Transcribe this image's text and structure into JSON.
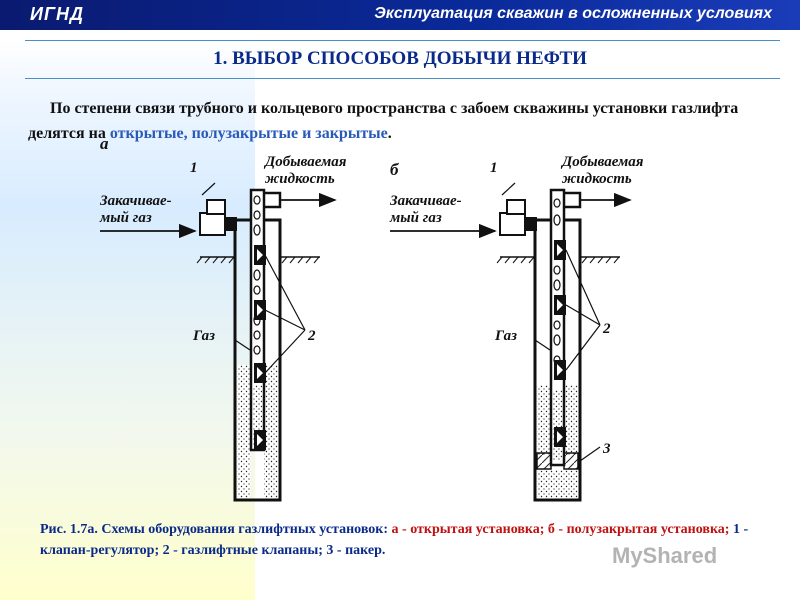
{
  "header": {
    "left": "ИГНД",
    "right": "Эксплуатация скважин в осложненных условиях"
  },
  "title": "1. ВЫБОР СПОСОБОВ ДОБЫЧИ НЕФТИ",
  "intro": {
    "text": "По степени связи трубного и кольцевого пространства с забоем скважины установки газлифта делятся на ",
    "term1": "открытые",
    "sep1": ", ",
    "term2": "полузакрытые",
    "sep2": " и ",
    "term3": "закрытые",
    "end": "."
  },
  "diagram_a": {
    "letter": "а",
    "label_1": "1",
    "label_2": "2",
    "produced_1": "Добываемая",
    "produced_2": "жидкость",
    "injected_1": "Закачивае-",
    "injected_2": "мый газ",
    "gas": "Газ"
  },
  "diagram_b": {
    "letter": "б",
    "label_1": "1",
    "label_2": "2",
    "label_3": "3",
    "produced_1": "Добываемая",
    "produced_2": "жидкость",
    "injected_1": "Закачивае-",
    "injected_2": "мый газ",
    "gas": "Газ"
  },
  "caption": {
    "p1": "Рис. 1.7а. Схемы оборудования газлифтных установок: ",
    "p2": "а - открытая установка; б - полузакрытая установка; ",
    "p3": "1 - клапан-регулятор; 2 - газлифтные клапаны; 3 - пакер."
  },
  "watermark": "MyShared",
  "colors": {
    "accent": "#0a2a8a",
    "highlight": "#2a5ab8",
    "red": "#c01010"
  }
}
